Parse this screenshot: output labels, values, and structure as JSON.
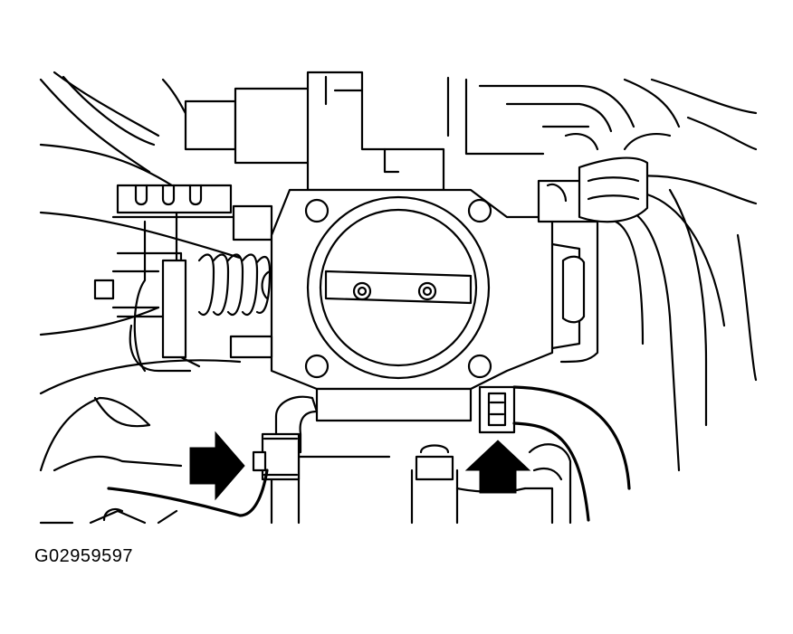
{
  "figure": {
    "id_label": "G02959597"
  },
  "colors": {
    "line": "#000000",
    "background": "#ffffff"
  },
  "callouts": [
    {
      "name": "hose-clamp-callout-arrow",
      "direction": "right"
    },
    {
      "name": "connector-callout-arrow",
      "direction": "up"
    }
  ]
}
